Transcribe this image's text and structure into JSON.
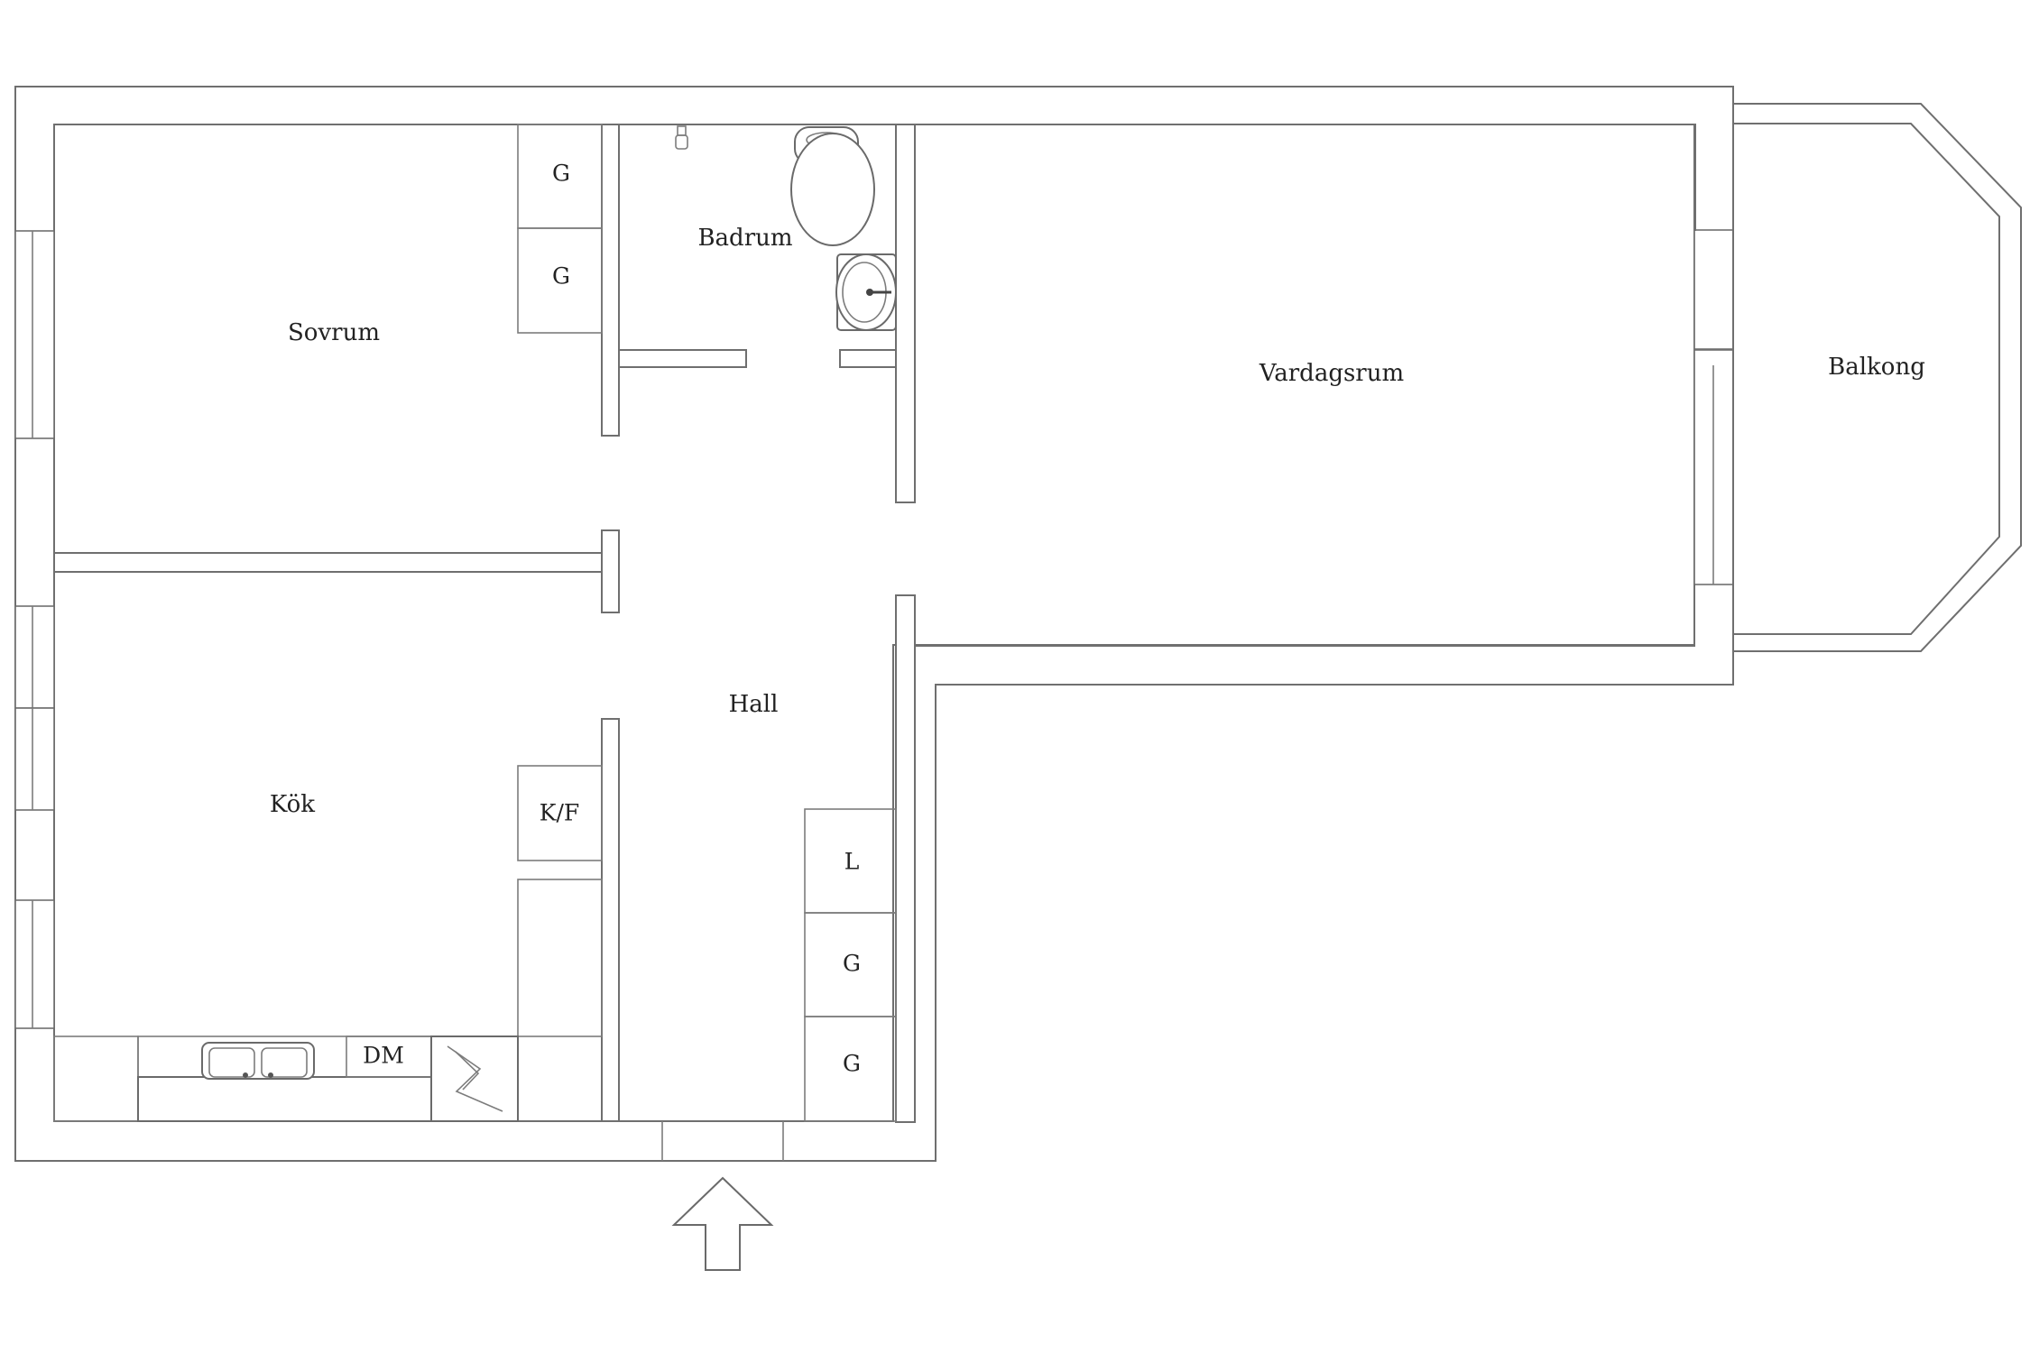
{
  "rooms": {
    "sovrum": "Sovrum",
    "badrum": "Badrum",
    "vardagsrum": "Vardagsrum",
    "balkong": "Balkong",
    "hall": "Hall",
    "kok": "Kök"
  },
  "fixtures": {
    "closet_g": "G",
    "closet_l": "L",
    "closet_kf": "K/F",
    "dishwasher": "DM"
  },
  "colors": {
    "wall_stroke": "#6f6f6f",
    "text": "#222222",
    "background": "#ffffff"
  }
}
